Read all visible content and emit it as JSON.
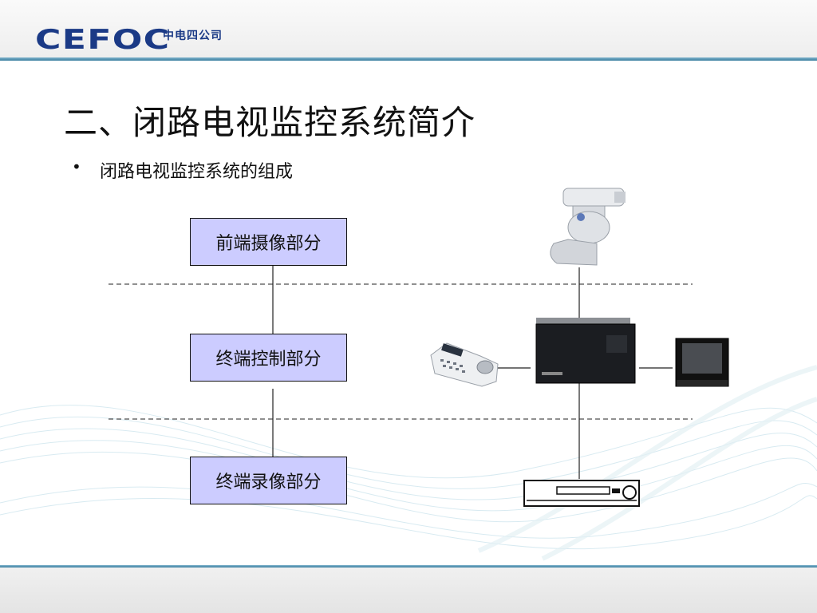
{
  "logo": {
    "mark": "CEFOC",
    "cn": "中电四公司",
    "en": ""
  },
  "slide": {
    "title": "二、闭路电视监控系统简介",
    "bullet_symbol": "•",
    "bullet_text": "闭路电视监控系统的组成"
  },
  "parts": [
    {
      "label": "前端摄像部分"
    },
    {
      "label": "终端控制部分"
    },
    {
      "label": "终端录像部分"
    }
  ],
  "devices": [
    {
      "icon": "ptz-camera-icon"
    },
    {
      "icon": "control-keyboard-icon"
    },
    {
      "icon": "matrix-controller-icon"
    },
    {
      "icon": "crt-monitor-icon"
    },
    {
      "icon": "vcr-recorder-icon"
    }
  ],
  "colors": {
    "box_fill": "#ccccff",
    "logo_blue": "#1b3a86",
    "accent_line": "#3a7f9f"
  }
}
